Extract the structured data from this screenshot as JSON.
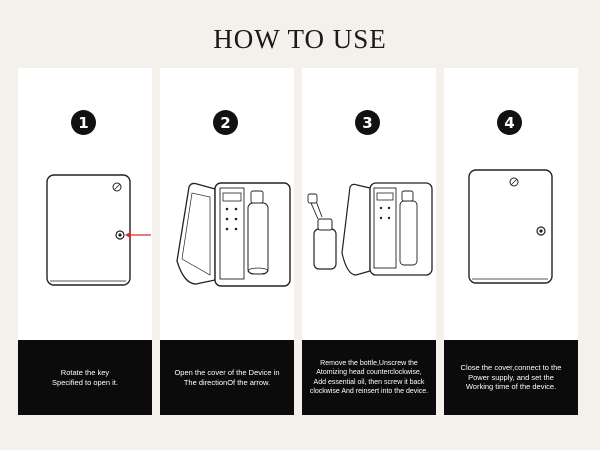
{
  "title": "HOW TO USE",
  "steps": [
    {
      "number": "1",
      "lines": [
        "Rotate the key",
        "Specified to open it."
      ]
    },
    {
      "number": "2",
      "lines": [
        "Open the cover of the Device in",
        "The directionOf the arrow."
      ]
    },
    {
      "number": "3",
      "lines": [
        "Remove the bottle,Unscrew the",
        "Atomizing head counterclockwise,",
        "Add essential oil, then screw it back",
        "clockwise And reinsert into the device."
      ]
    },
    {
      "number": "4",
      "lines": [
        "Close the cover,connect to the",
        "Power supply, and set the",
        "Working time of the device."
      ]
    }
  ],
  "colors": {
    "background": "#f4f1ed",
    "card": "#ffffff",
    "caption": "#0b0b0b",
    "arrow": "#d0302f"
  }
}
